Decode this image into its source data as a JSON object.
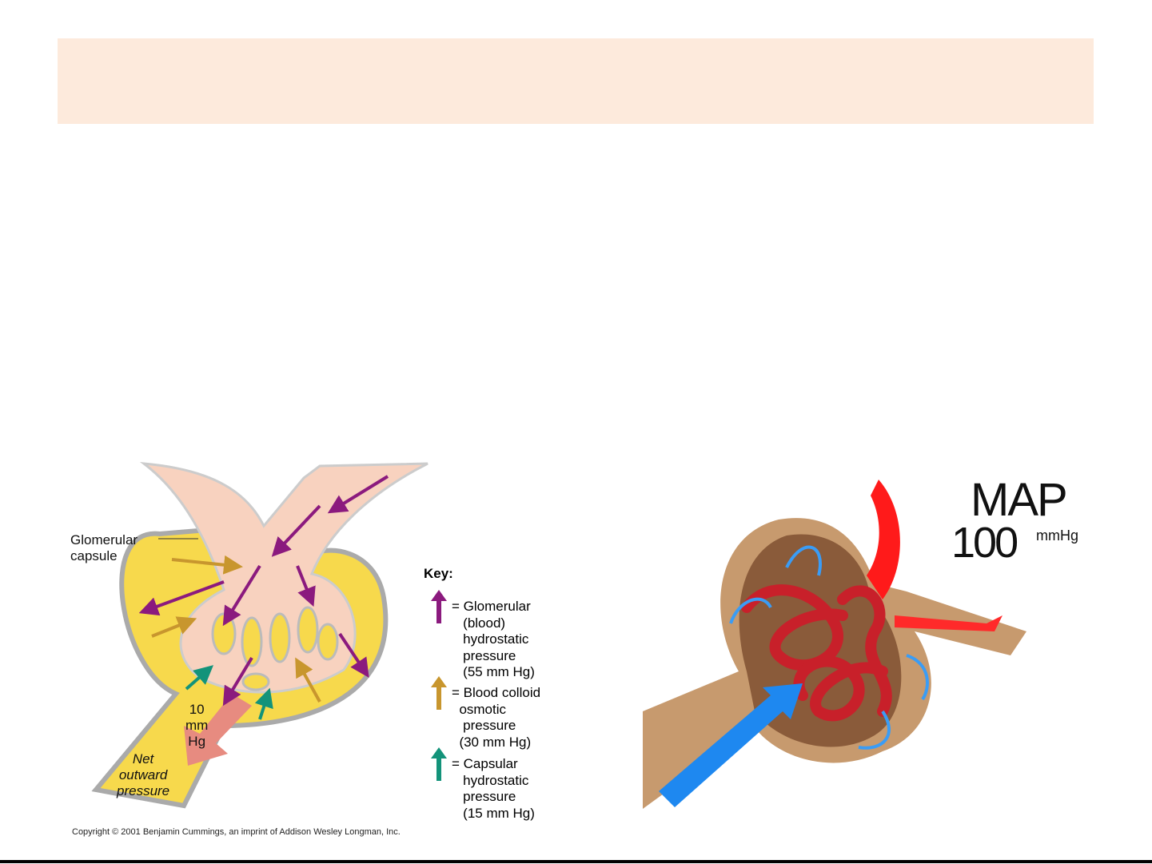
{
  "left_figure": {
    "capsule_label": "Glomerular\ncapsule",
    "net_value": "10\nmm\nHg",
    "net_label": "Net\noutward\npressure",
    "key": {
      "title": "Key:",
      "items": [
        {
          "color": "#8b1a7e",
          "text": "= Glomerular\n   (blood)\n   hydrostatic\n   pressure\n   (55 mm Hg)"
        },
        {
          "color": "#c8962e",
          "text": "= Blood colloid\n  osmotic\n   pressure\n  (30 mm Hg)"
        },
        {
          "color": "#13937a",
          "text": "= Capsular\n   hydrostatic\n   pressure\n   (15 mm Hg)"
        }
      ]
    },
    "copyright": "Copyright © 2001 Benjamin Cummings, an imprint of Addison Wesley Longman, Inc."
  },
  "right_figure": {
    "map_label": "MAP",
    "map_value": "100",
    "map_unit": "mmHg"
  },
  "colors": {
    "header_band": "#fdeadc",
    "capsule": "#f7d94c",
    "vessel": "#f8d2bf"
  }
}
